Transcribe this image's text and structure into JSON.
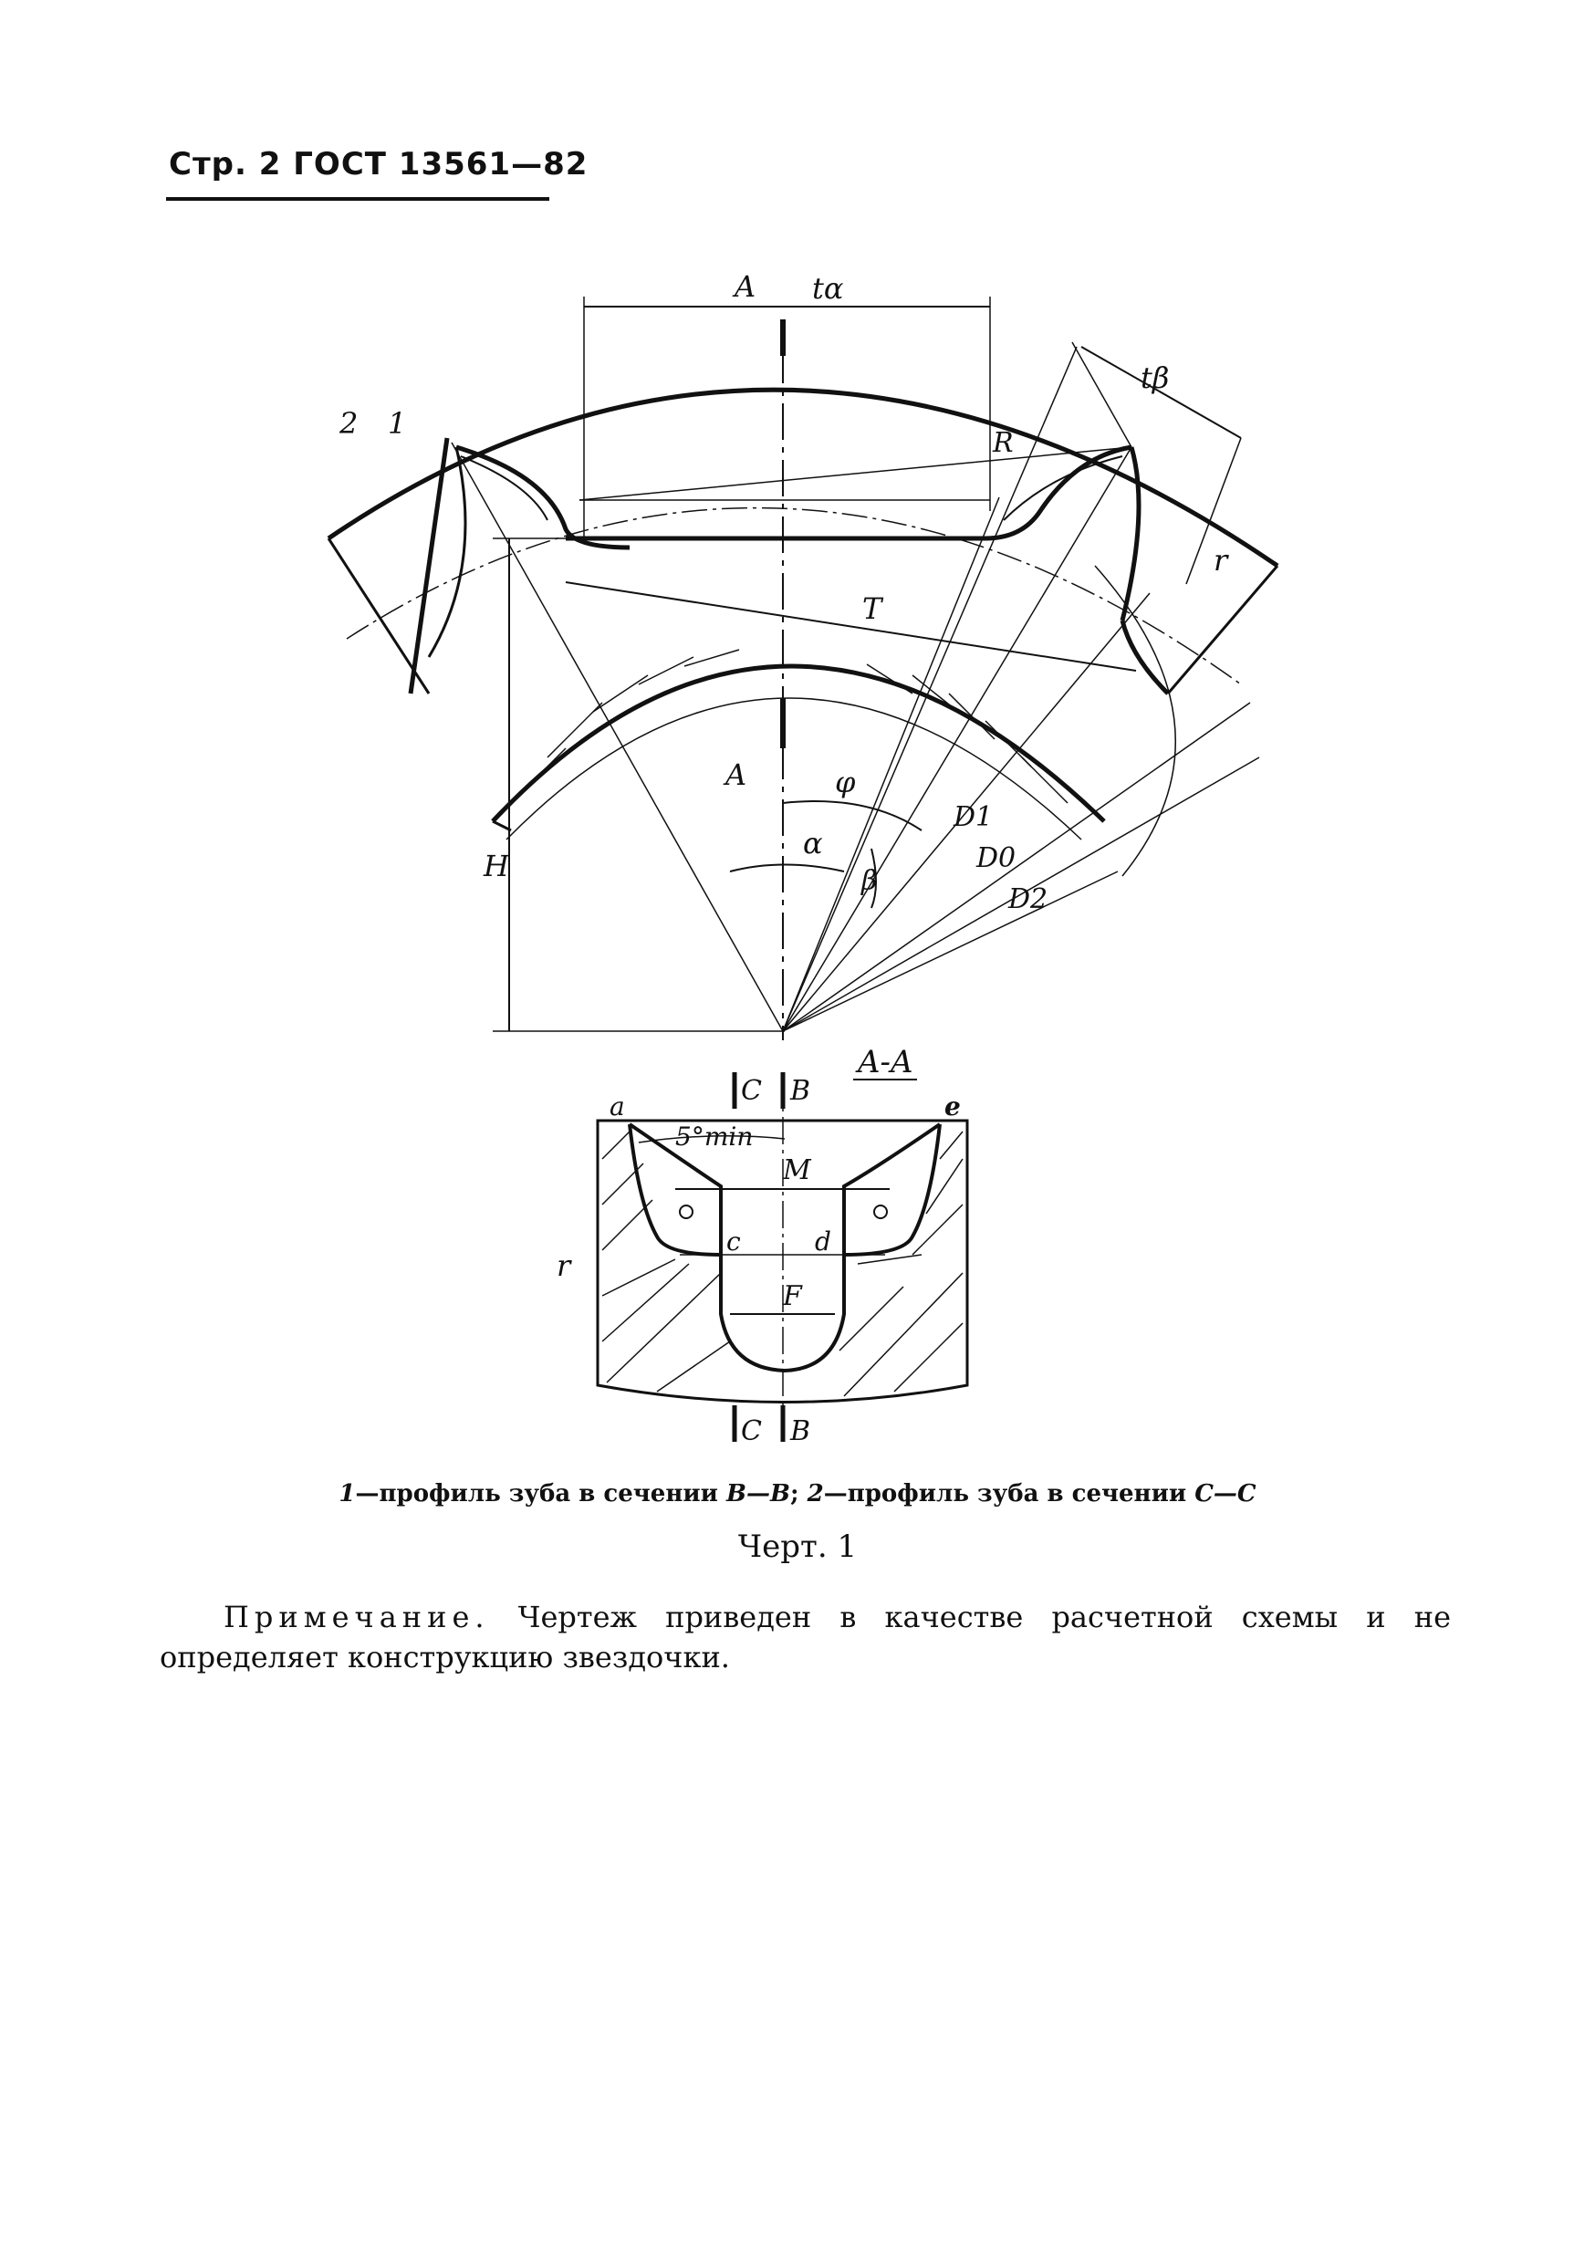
{
  "header": {
    "page": "Стр. 2",
    "standard": "ГОСТ 13561—82"
  },
  "drawing": {
    "labels": {
      "A_top": "A",
      "t_alpha": "tα",
      "t_beta": "tβ",
      "num_2": "2",
      "num_1": "1",
      "R": "R",
      "T": "T",
      "r_right": "r",
      "A_mid": "A",
      "phi": "φ",
      "alpha": "α",
      "beta": "β",
      "D1": "D1",
      "D0": "D0",
      "D2": "D2",
      "H": "H"
    },
    "section": {
      "title": "A-A",
      "C_top": "C",
      "B_top": "B",
      "C_bottom": "C",
      "B_bottom": "B",
      "a": "a",
      "e": "e",
      "five_min": "5°min",
      "M": "M",
      "c": "c",
      "d": "d",
      "F": "F",
      "r": "r"
    }
  },
  "caption": {
    "num1": "1",
    "text1": "—профиль зуба в сечении ",
    "sec1": "B—B",
    "sep": "; ",
    "num2": "2",
    "text2": "—профиль зуба в сечении ",
    "sec2": "C—C"
  },
  "figure_label": "Черт. 1",
  "note": {
    "lead": "Примечание.",
    "text": " Чертеж приведен в качестве расчетной схемы и не определяет конструкцию звездочки."
  }
}
